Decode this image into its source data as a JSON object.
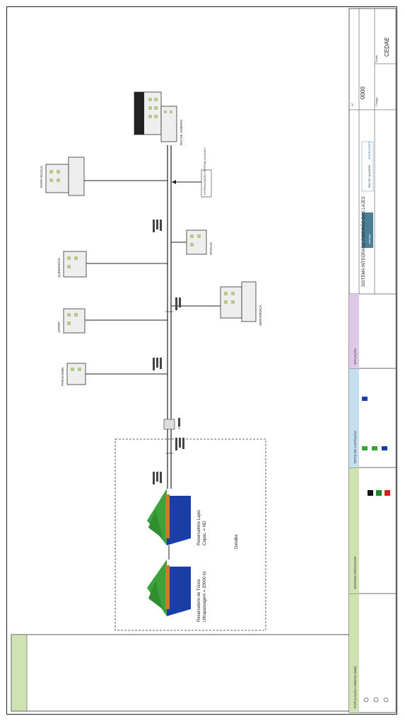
{
  "diagram": {
    "cities": [
      "NOVA IGUAÇU",
      "RIO DE JANEIRO",
      "QUEIMADOS",
      "JAPERI",
      "PARACAMBI",
      "ITAGUAÍ",
      "SEROPÉDICA"
    ],
    "reservoirs": [
      {
        "name": "Reservatório de Tócos",
        "note": "Ultrapassagem = 20000 l/s"
      },
      {
        "name": "Reservatório Lajes",
        "note": "Capac. = ND"
      }
    ],
    "detail_label": "Detalhe",
    "interconnection": "INTERLIGAÇÃO SISTEMA GUANDU",
    "station": "EE 1"
  },
  "legend": {
    "population_title": "POPULAÇÃO URBANA (hab)",
    "producer_title": "SISTEMA PRODUTOR",
    "capture_title": "TIPOS DE CAPTAÇÃO",
    "situation_title": "SITUAÇÃO",
    "colors": {
      "black": "#111111",
      "green": "#1d8a2a",
      "red": "#d42020",
      "blue": "#1a3ea8",
      "reservoir_green": "#3aa33a",
      "header_green": "#cfe3b2",
      "header_blue": "#c6dff0",
      "header_purple": "#e0c8e8"
    }
  },
  "title_block": {
    "system_title": "SISTEMA INTEGRADO RIBEIRÃO DAS LAJES",
    "number_label": "Nº",
    "number": "0000",
    "code_label": "Código",
    "source_label": "Fonte",
    "source": "CEDAE",
    "state": "RIO DE JANEIRO",
    "logo1": "cobrape",
    "logo2": "ENGECORPS"
  }
}
